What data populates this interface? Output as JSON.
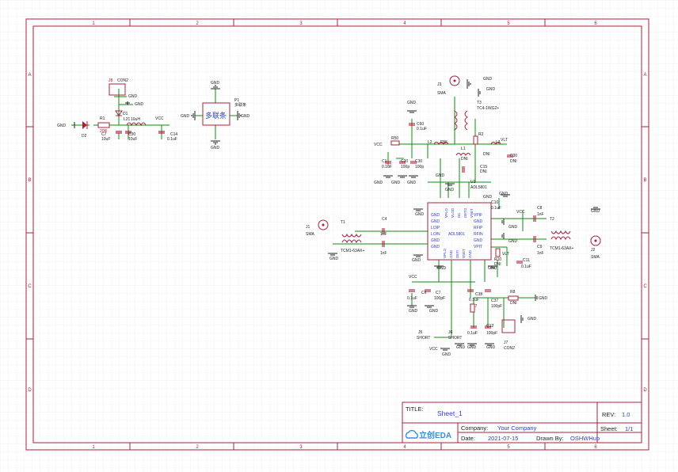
{
  "app": {
    "logo_text": "立创EDA"
  },
  "frame": {
    "col_labels": [
      "1",
      "2",
      "3",
      "4",
      "5",
      "6"
    ],
    "row_labels": [
      "A",
      "B",
      "C",
      "D"
    ]
  },
  "title_block": {
    "title_label": "TITLE:",
    "title_value": "Sheet_1",
    "rev_label": "REV:",
    "rev_value": "1.0",
    "company_label": "Company:",
    "company_value": "Your Company",
    "sheet_label": "Sheet:",
    "sheet_value": "1/1",
    "date_label": "Date:",
    "date_value": "2021-07-15",
    "drawn_label": "Drawn By:",
    "drawn_value": "OSHWHub"
  },
  "labels": {
    "gnd": "GND",
    "vcc": "VCC",
    "vlt": "VLT",
    "con2": "CON2",
    "cn2_ref": "J8",
    "d1": "D1",
    "d2": "D2",
    "r1": "R1",
    "r1_val": "20R",
    "l21": "L21",
    "l21_val": "10uH",
    "c7": "C7",
    "c7_val": "10uF",
    "c30": "C30",
    "c30_val": "10uF",
    "c14": "C14",
    "c14_val": "0.1uF",
    "p1": "P1",
    "p1_val": "多联条",
    "logo_chip": "多联条",
    "j3": "J3",
    "sma": "SMA",
    "t3": "T3",
    "t3_val": "TC4-1WG2+",
    "c60": "C60",
    "c60_val": "0.1uF",
    "r50": "R50",
    "r2": "R2",
    "l3": "L3",
    "l3_val": "DNI",
    "l2": "L2",
    "l2_val": "DNI",
    "l1": "L1",
    "l1_val": "DNI",
    "c1": "C1",
    "c1_val": "0.1uF",
    "c20": "C20",
    "c20_val": "100p",
    "c30b": "C30",
    "c30b_val": "100p",
    "c15": "C15",
    "c15_val": "DNI",
    "c3dni": "C30",
    "c3dni_val": "DNI",
    "u1": "U1",
    "u1_val": "ADL5801",
    "chip_name": "ADL5801",
    "pins_left": [
      "GND",
      "GND",
      "LOIP",
      "LOIN",
      "GND",
      "GND"
    ],
    "pins_right": [
      "VPIF",
      "GND",
      "RFIP",
      "RFIN",
      "GND",
      "VPIT"
    ],
    "pins_top": [
      "VPLO",
      "VLOD",
      "NC",
      "DETO",
      "VSET"
    ],
    "pins_bottom": [
      "VPLO",
      "GND",
      "DETI",
      "VSET",
      "GND"
    ],
    "j1": "J1",
    "t1": "T1",
    "t1_val": "TCM1-63AX+",
    "c4": "C4",
    "c4_val": "1nF",
    "c5": "C5",
    "c5_val": "1nF",
    "c8": "C8",
    "c8_val": "1nF",
    "c9": "C9",
    "c9_val": "1nF",
    "t2": "T2",
    "t2_val": "TCM1-63AX+",
    "j2": "J2",
    "c10": "C10",
    "c10_val": "0.1uF",
    "c11": "C11",
    "c11_val": "0.1uF",
    "r10": "R10",
    "r10_val": "DNI",
    "r8": "R8",
    "r8_val": "DNI",
    "c6": "C6",
    "c6_val": "0.1uF",
    "c7b": "C7",
    "c7b_val": "100pF",
    "c38": "C38",
    "c38_val": "0.1uF",
    "c37": "C37",
    "c37_val": "100pF",
    "r7": "R7",
    "c12": "C12",
    "c12_val": "100pF",
    "c13": "C13",
    "c13_val": "0.1uF",
    "j5": "J5",
    "j6": "J6",
    "short": "SHORT",
    "j7": "J7",
    "con2b": "CON2"
  },
  "colors": {
    "border": "#a8203a",
    "wire": "#0e8a12",
    "component": "#a8203a",
    "text": "#2f3cc8",
    "grid": "#e3e3e3"
  }
}
